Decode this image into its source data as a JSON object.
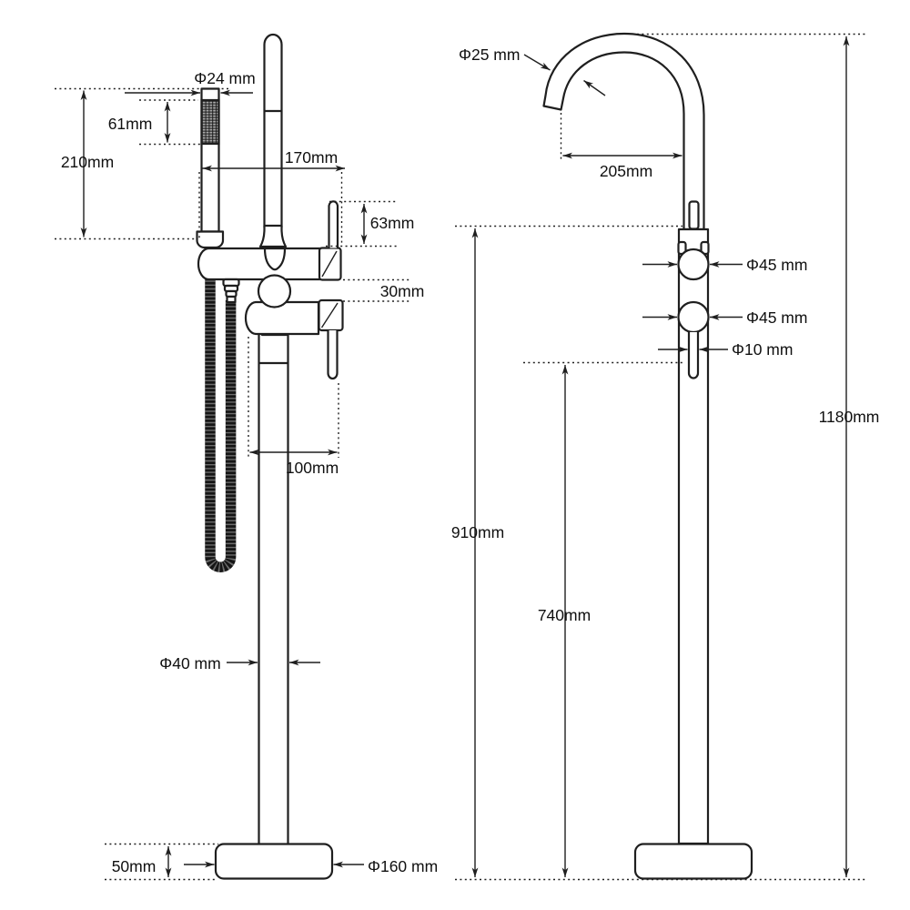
{
  "drawing": {
    "type": "technical dimension drawing, freestanding bathtub faucet, two views",
    "background": "#ffffff",
    "line_color": "#1f1f1f"
  },
  "left": {
    "dims": {
      "handshower_diameter": "Φ24 mm",
      "sprayhead_length": "61mm",
      "handshower_length": "210mm",
      "spout_reach": "170mm",
      "handle_length": "63mm",
      "body_gap": "30mm",
      "handle_offset": "100mm",
      "riser_diameter": "Φ40 mm",
      "base_height": "50mm",
      "base_diameter": "Φ160 mm"
    }
  },
  "right": {
    "dims": {
      "spout_tube_diameter": "Φ25 mm",
      "spout_reach": "205mm",
      "upper_knob_diameter": "Φ45 mm",
      "lower_knob_diameter": "Φ45 mm",
      "diverter_rod_diameter": "Φ10 mm",
      "spout_base_height": "910mm",
      "outlet_connection_height": "740mm",
      "overall_height": "1180mm"
    }
  }
}
